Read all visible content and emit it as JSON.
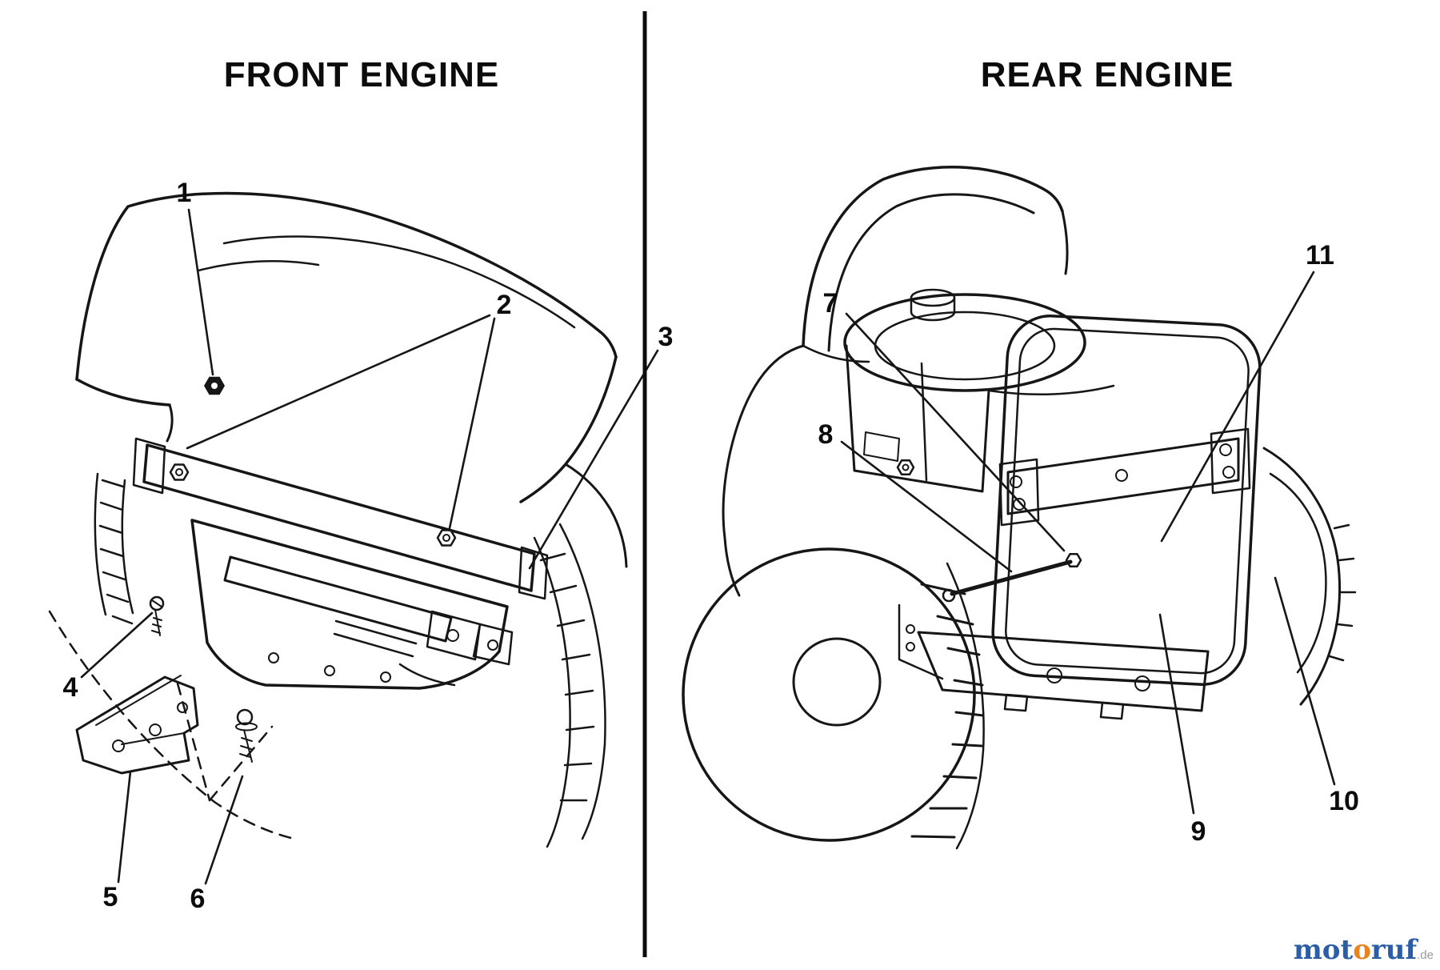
{
  "page": {
    "background": "#ffffff",
    "line_color": "#161616"
  },
  "panels": {
    "front": {
      "title": "FRONT ENGINE",
      "callouts": [
        {
          "label": "1"
        },
        {
          "label": "2"
        },
        {
          "label": "3"
        },
        {
          "label": "4"
        },
        {
          "label": "5"
        },
        {
          "label": "6"
        }
      ]
    },
    "rear": {
      "title": "REAR ENGINE",
      "callouts": [
        {
          "label": "7"
        },
        {
          "label": "8"
        },
        {
          "label": "9"
        },
        {
          "label": "10"
        },
        {
          "label": "11"
        }
      ]
    }
  },
  "watermark": {
    "part1": "mot",
    "part2": "o",
    "part3": "ruf",
    "suffix": ".de",
    "brand_color": "#2b5ea7",
    "accent_color": "#e8831d"
  }
}
